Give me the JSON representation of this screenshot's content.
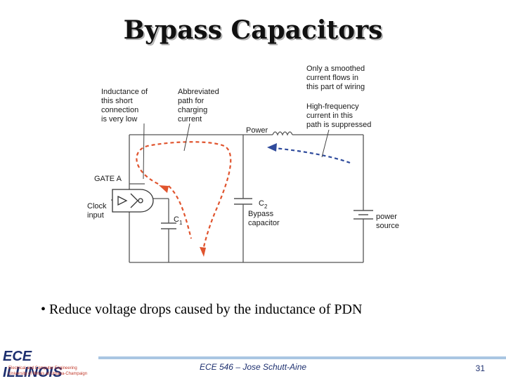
{
  "slide": {
    "title": "Bypass Capacitors",
    "bullet": "Reduce voltage drops caused by the inductance of PDN",
    "footer": "ECE 546 – Jose Schutt-Aine",
    "page_number": "31"
  },
  "logo": {
    "main": "ECE ILLINOIS",
    "line1": "Electrical and Computer Engineering",
    "line2": "University of Illinois at Urbana-Champaign"
  },
  "diagram": {
    "labels": {
      "inductance_1": "Inductance of",
      "inductance_2": "this short",
      "inductance_3": "connection",
      "inductance_4": "is very low",
      "abbrev_1": "Abbreviated",
      "abbrev_2": "path for",
      "abbrev_3": "charging",
      "abbrev_4": "current",
      "smooth_1": "Only a smoothed",
      "smooth_2": "current flows in",
      "smooth_3": "this part of wiring",
      "hf_1": "High-frequency",
      "hf_2": "current in this",
      "hf_3": "path is suppressed",
      "power": "Power",
      "gate": "GATE A",
      "clock_1": "Clock",
      "clock_2": "input",
      "c1": "C",
      "c1_sub": "1",
      "c2": "C",
      "c2_sub": "2",
      "bypass_1": "Bypass",
      "bypass_2": "capacitor",
      "source_1": "power",
      "source_2": "source"
    },
    "colors": {
      "red_path": "#e0542e",
      "blue_path": "#2f4b9c",
      "wire": "#555555"
    }
  }
}
